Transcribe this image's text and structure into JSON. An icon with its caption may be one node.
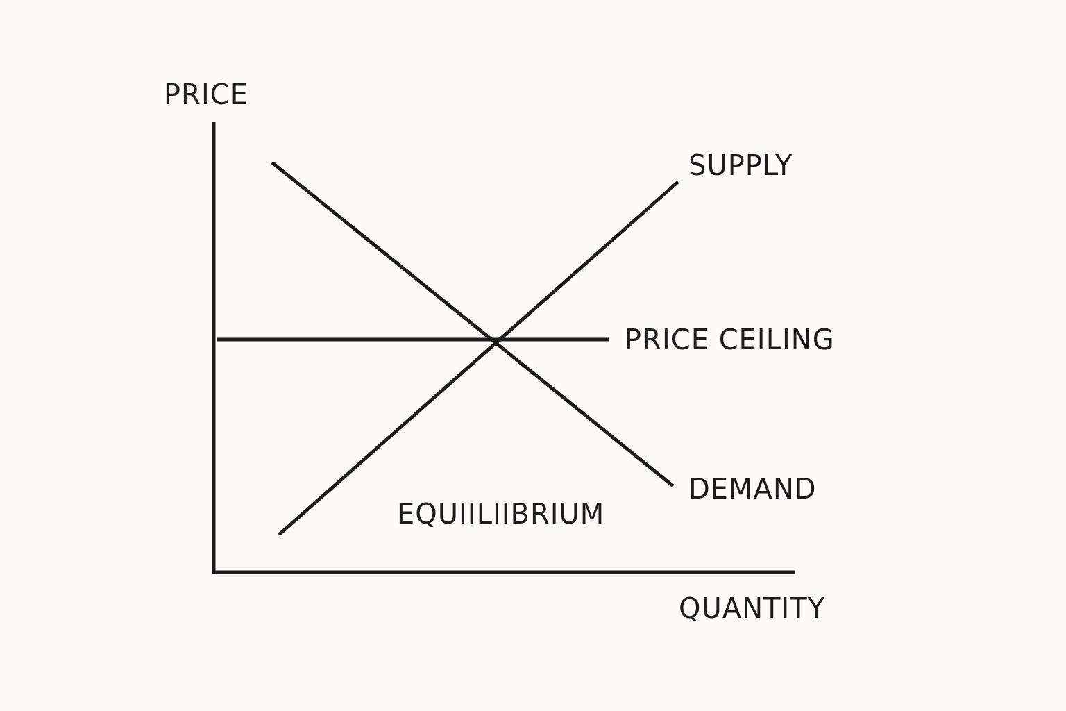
{
  "diagram": {
    "labels": [
      "PRICE",
      "SUPPLY",
      "PRICE CEILING",
      "DEMAND",
      "EQUIILIIBRIUM",
      "QUANTITY"
    ]
  }
}
